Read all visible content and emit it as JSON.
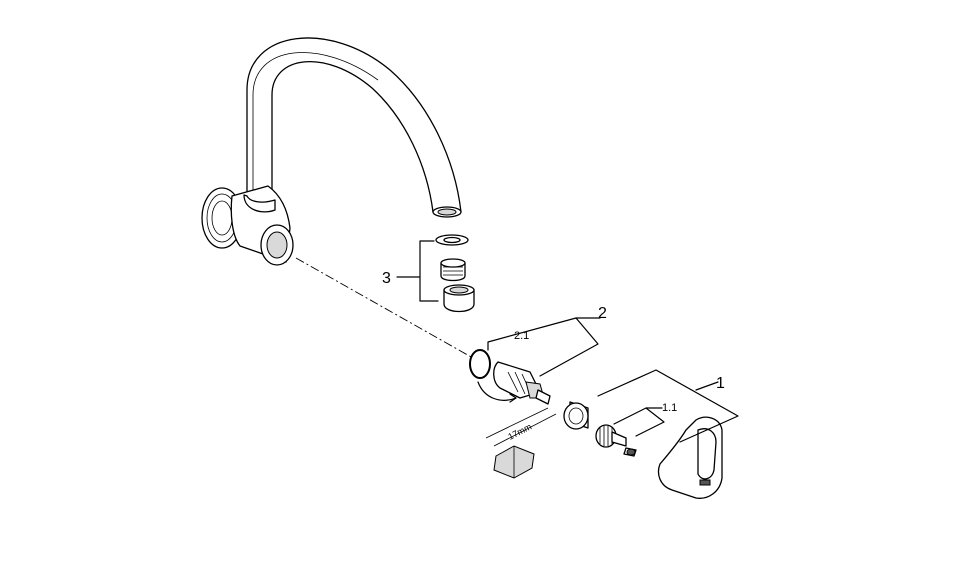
{
  "diagram": {
    "labels": {
      "handle_group": "1",
      "handle_subpart": "1.1",
      "cartridge_group": "2",
      "cartridge_subpart": "2.1",
      "aerator_group": "3",
      "wrench_size": "17mm"
    }
  }
}
